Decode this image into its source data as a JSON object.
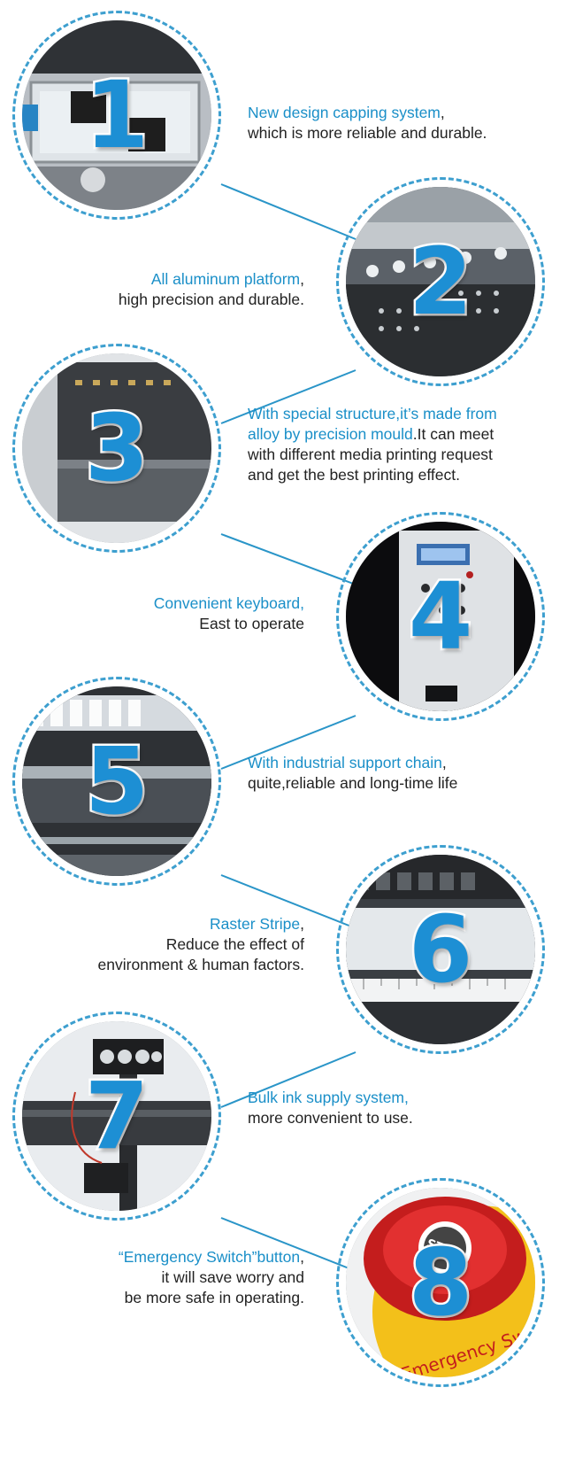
{
  "colors": {
    "accent": "#1a8fc8",
    "number": "#1d8fd4",
    "dashed_border": "#3d9fcf",
    "connector": "#2a95c8",
    "body_text": "#222222"
  },
  "features": [
    {
      "number": "1",
      "highlight": "New design capping system",
      "highlight_tail": ",",
      "lines": [
        "which is more reliable and durable."
      ]
    },
    {
      "number": "2",
      "highlight": "All aluminum platform",
      "highlight_tail": ",",
      "lines": [
        "high precision and durable."
      ]
    },
    {
      "number": "3",
      "highlight": "With special structure,it’s made from",
      "highlight2": "alloy by precision mould",
      "highlight2_tail": ".It can meet",
      "lines": [
        "with different media printing request",
        "and get the best printing effect."
      ]
    },
    {
      "number": "4",
      "highlight": "Convenient keyboard,",
      "highlight_tail": "",
      "lines": [
        "East to operate"
      ]
    },
    {
      "number": "5",
      "highlight": "With industrial support chain",
      "highlight_tail": ",",
      "lines": [
        "quite,reliable and long-time life"
      ]
    },
    {
      "number": "6",
      "highlight": "Raster Stripe",
      "highlight_tail": ",",
      "lines": [
        "Reduce the effect of",
        "environment & human factors."
      ]
    },
    {
      "number": "7",
      "highlight": "Bulk ink supply system,",
      "highlight_tail": "",
      "lines": [
        "more convenient to use."
      ]
    },
    {
      "number": "8",
      "highlight": "“Emergency Switch”button",
      "highlight_tail": ",",
      "lines": [
        "it will save worry and",
        "be more safe in operating."
      ],
      "button_text_1": "STOP",
      "button_text_2": "Emergency Switch"
    }
  ]
}
